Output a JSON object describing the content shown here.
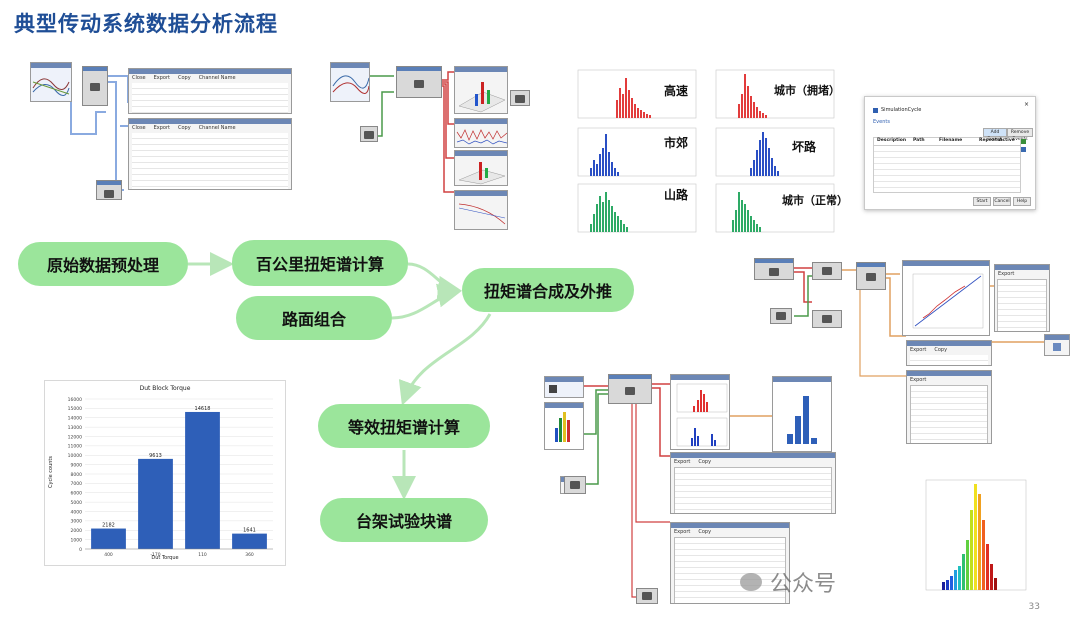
{
  "title": "典型传动系统数据分析流程",
  "flow": {
    "step1": "原始数据预处理",
    "step2": "百公里扭矩谱计算",
    "step3": "路面组合",
    "step4": "扭矩谱合成及外推",
    "step5": "等效扭矩谱计算",
    "step6": "台架试验块谱"
  },
  "road_histograms": {
    "highway": "高速",
    "city_congested": "城市（拥堵）",
    "suburb": "市郊",
    "bad_road": "坏路",
    "mountain": "山路",
    "city_normal": "城市（正常）"
  },
  "dialog": {
    "title": "SimulationCycle",
    "heading": "Events",
    "headers": [
      "Description",
      "Path",
      "Filename",
      "Repeats",
      "Active"
    ],
    "buttons": [
      "Add Events",
      "Remove Events"
    ],
    "footer_buttons": [
      "Start",
      "Cancel",
      "Help"
    ]
  },
  "bar_chart": {
    "type": "bar",
    "title": "Dut Block Torque",
    "categories": [
      "400",
      "-170",
      "110",
      "360"
    ],
    "values": [
      2182,
      9613,
      14618,
      1641
    ],
    "value_labels": [
      "2182",
      "9613",
      "14618",
      "1641"
    ],
    "ylabel": "Cycle counts",
    "xlabel": "Dut Torque",
    "ylim": [
      0,
      16000
    ],
    "y_ticks": [
      "0",
      "1000",
      "2000",
      "3000",
      "4000",
      "5000",
      "6000",
      "7000",
      "8000",
      "9000",
      "10000",
      "11000",
      "12000",
      "13000",
      "14000",
      "15000",
      "16000"
    ],
    "bar_color": "#2e5fb8"
  },
  "watermark": "公众号",
  "page_number": "33"
}
